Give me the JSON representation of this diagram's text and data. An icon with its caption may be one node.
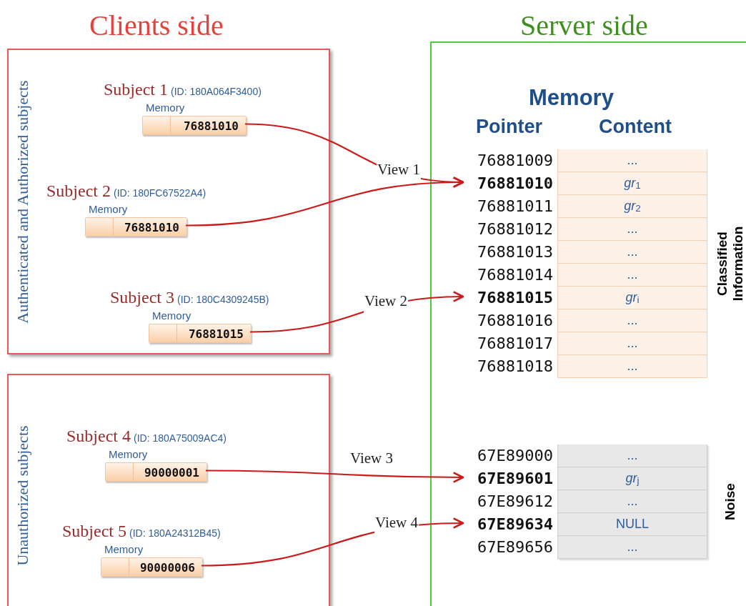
{
  "diagram": {
    "nodes": [
      {
        "text": [
          "Authenticated and Authorized subjects"
        ]
      },
      {
        "text": [
          "76881010"
        ],
        "in": 0,
        "beside": [
          "Subject 1",
          "(ID: 180A064F3400)",
          "Memory"
        ]
      },
      {
        "text": [
          "76881010"
        ],
        "in": 0,
        "beside": [
          "Subject 2",
          "(ID: 180FC67522A4)",
          "Memory"
        ]
      },
      {
        "text": [
          "76881015"
        ],
        "in": 0,
        "beside": [
          "Subject 3",
          "(ID: 180C4309245B)",
          "Memory"
        ]
      },
      {
        "text": [
          "Unauthorized subjects"
        ]
      },
      {
        "text": [
          "90000001"
        ],
        "in": 4,
        "beside": [
          "Subject 4",
          "(ID: 180A75009AC4)",
          "Memory"
        ]
      },
      {
        "text": [
          "90000006"
        ],
        "in": 4,
        "beside": [
          "Subject 5",
          "(ID: 180A24312B45)",
          "Memory"
        ]
      },
      {
        "text": [
          "Server side"
        ]
      },
      {
        "text": [
          "Classified Information"
        ],
        "in": 7
      },
      {
        "text": [
          "76881009",
          "..."
        ],
        "in": 8
      },
      {
        "text": [
          "76881010",
          "*gr*$_{1}$"
        ],
        "in": 8
      },
      {
        "text": [
          "76881011",
          "*gr*$_{2}$"
        ],
        "in": 8
      },
      {
        "text": [
          "76881012",
          "..."
        ],
        "in": 8
      },
      {
        "text": [
          "76881013",
          "..."
        ],
        "in": 8
      },
      {
        "text": [
          "76881014",
          "..."
        ],
        "in": 8
      },
      {
        "text": [
          "76881015",
          "*gr*$_{i}$"
        ],
        "in": 8
      },
      {
        "text": [
          "76881016",
          "..."
        ],
        "in": 8
      },
      {
        "text": [
          "76881017",
          "..."
        ],
        "in": 8
      },
      {
        "text": [
          "76881018",
          "..."
        ],
        "in": 8
      },
      {
        "text": [
          "Noise"
        ],
        "in": 7
      },
      {
        "text": [
          "67E89000",
          "..."
        ],
        "in": 19
      },
      {
        "text": [
          "67E89601",
          "*gr*$_{j}$"
        ],
        "in": 19
      },
      {
        "text": [
          "67E89612",
          "..."
        ],
        "in": 19
      },
      {
        "text": [
          "67E89634",
          "NULL"
        ],
        "in": 19
      },
      {
        "text": [
          "67E89656",
          "..."
        ],
        "in": 19
      }
    ],
    "edges": [
      {
        "from": 1,
        "to": 10,
        "arrow": "to",
        "label": "View 1"
      },
      {
        "from": 2,
        "to": 10,
        "arrow": "to"
      },
      {
        "from": 3,
        "to": 15,
        "arrow": "to",
        "label": "View 2"
      },
      {
        "from": 5,
        "to": 21,
        "arrow": "to",
        "label": "View 3"
      },
      {
        "from": 6,
        "to": 23,
        "arrow": "to",
        "label": "View 4"
      }
    ],
    "labels": [
      "Clients side",
      "Memory",
      "Pointer",
      "Content"
    ]
  }
}
